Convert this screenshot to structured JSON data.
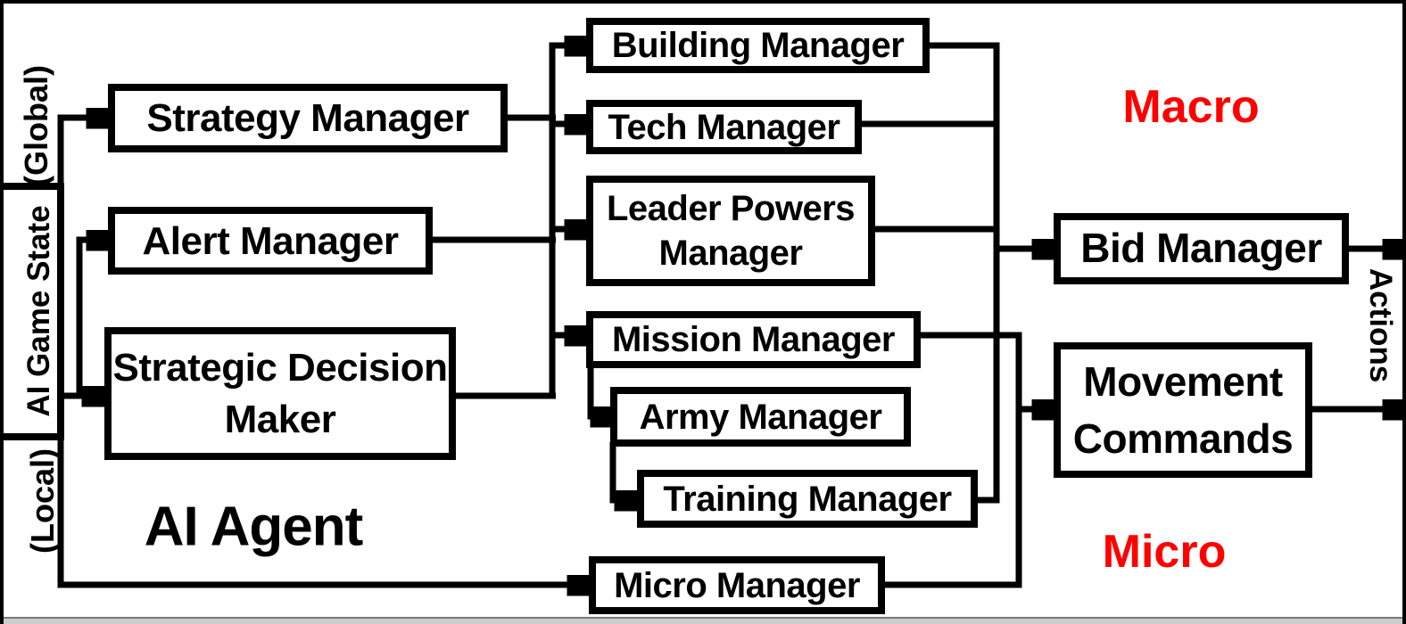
{
  "diagram": {
    "agent_label": "AI Agent",
    "input": {
      "label": "AI Game State",
      "scope_top": "(Global)",
      "scope_bottom": "(Local)"
    },
    "output_label": "Actions",
    "regions": {
      "macro": "Macro",
      "micro": "Micro"
    },
    "colors": {
      "line": "#000000",
      "box_border": "#000000",
      "box_fill": "#ffffff",
      "region_label": "#ff0000",
      "background": "#ffffff"
    },
    "nodes": {
      "strategy": {
        "label": "Strategy Manager"
      },
      "alert": {
        "label": "Alert Manager"
      },
      "sdm": {
        "label": "Strategic Decision Maker"
      },
      "building": {
        "label": "Building Manager"
      },
      "tech": {
        "label": "Tech Manager"
      },
      "leader": {
        "label": "Leader Powers Manager"
      },
      "mission": {
        "label": "Mission Manager"
      },
      "army": {
        "label": "Army Manager"
      },
      "training": {
        "label": "Training Manager"
      },
      "micro": {
        "label": "Micro Manager"
      },
      "bid": {
        "label": "Bid Manager"
      },
      "movement": {
        "label": "Movement Commands"
      }
    },
    "connections": [
      {
        "from": [
          "ai_game_state_global"
        ],
        "to": [
          "strategy"
        ]
      },
      {
        "from": [
          "ai_game_state"
        ],
        "to": [
          "alert",
          "sdm"
        ]
      },
      {
        "from": [
          "ai_game_state_local"
        ],
        "to": [
          "micro"
        ]
      },
      {
        "from": [
          "strategy",
          "alert",
          "sdm"
        ],
        "to": [
          "building",
          "tech",
          "leader",
          "mission"
        ]
      },
      {
        "from": [
          "mission"
        ],
        "to": [
          "army"
        ]
      },
      {
        "from": [
          "army"
        ],
        "to": [
          "training"
        ]
      },
      {
        "from": [
          "building",
          "tech",
          "leader",
          "training"
        ],
        "to": [
          "bid"
        ]
      },
      {
        "from": [
          "mission",
          "micro"
        ],
        "to": [
          "movement"
        ]
      },
      {
        "from": [
          "bid"
        ],
        "to": [
          "actions"
        ]
      },
      {
        "from": [
          "movement"
        ],
        "to": [
          "actions"
        ]
      }
    ]
  }
}
